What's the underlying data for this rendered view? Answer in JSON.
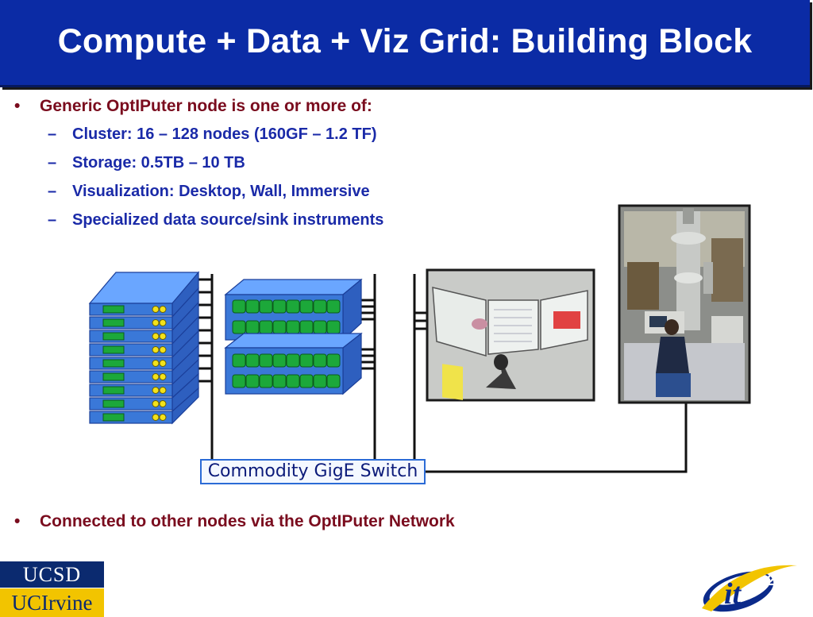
{
  "title": "Compute + Data + Viz Grid: Building Block",
  "bullets": [
    {
      "text": "Generic OptIPuter node is one or more of:",
      "subitems": [
        "Cluster: 16 – 128 nodes (160GF – 1.2 TF)",
        "Storage: 0.5TB – 10 TB",
        "Visualization:  Desktop, Wall, Immersive",
        "Specialized data source/sink instruments"
      ]
    },
    {
      "text": "Connected to other nodes via the OptIPuter Network"
    }
  ],
  "bullet_symbol": "•",
  "dash_symbol": "–",
  "diagram": {
    "switch_label": "Commodity GigE Switch",
    "cluster_node_count": 9,
    "storage_unit_count": 2,
    "components": [
      "compute-cluster",
      "storage-array",
      "visualization-display",
      "lab-instrument"
    ]
  },
  "logos": {
    "ucsd": "UCSD",
    "uci": "UCIrvine",
    "it2": "it",
    "it2_sup": "2"
  },
  "colors": {
    "title_bg": "#0b2ba5",
    "bullet_text": "#7a0c1e",
    "sub_text": "#1a2aa8",
    "node_blue": "#3a78d8",
    "led_green": "#1ca83a",
    "led_yellow": "#f3e21b"
  }
}
